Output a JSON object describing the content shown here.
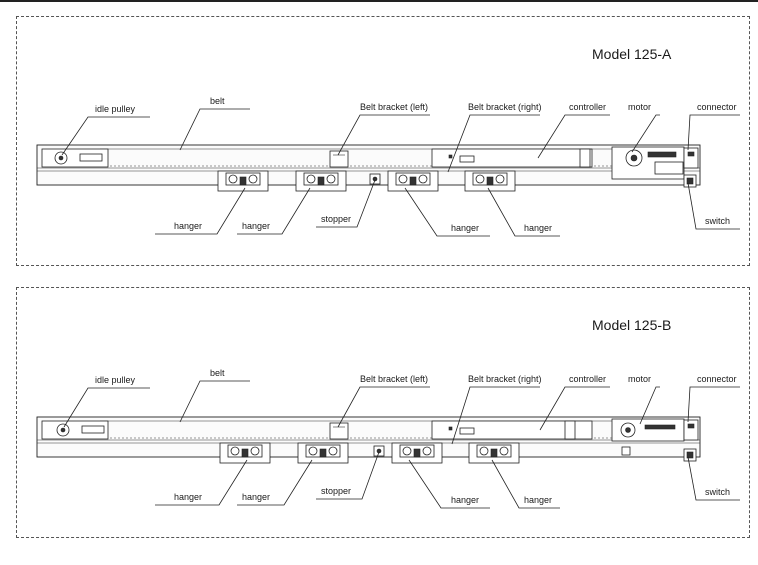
{
  "diagrams": [
    {
      "title": "Model 125-A",
      "labels": {
        "idle_pulley": "idle pulley",
        "belt": "belt",
        "belt_bracket_left": "Belt bracket (left)",
        "belt_bracket_right": "Belt bracket (right)",
        "controller": "controller",
        "motor": "motor",
        "connector": "connector",
        "switch": "switch",
        "hanger_1": "hanger",
        "hanger_2": "hanger",
        "stopper": "stopper",
        "hanger_3": "hanger",
        "hanger_4": "hanger"
      }
    },
    {
      "title": "Model 125-B",
      "labels": {
        "idle_pulley": "idle pulley",
        "belt": "belt",
        "belt_bracket_left": "Belt bracket (left)",
        "belt_bracket_right": "Belt bracket (right)",
        "controller": "controller",
        "motor": "motor",
        "connector": "connector",
        "switch": "switch",
        "hanger_1": "hanger",
        "hanger_2": "hanger",
        "stopper": "stopper",
        "hanger_3": "hanger",
        "hanger_4": "hanger"
      }
    }
  ]
}
